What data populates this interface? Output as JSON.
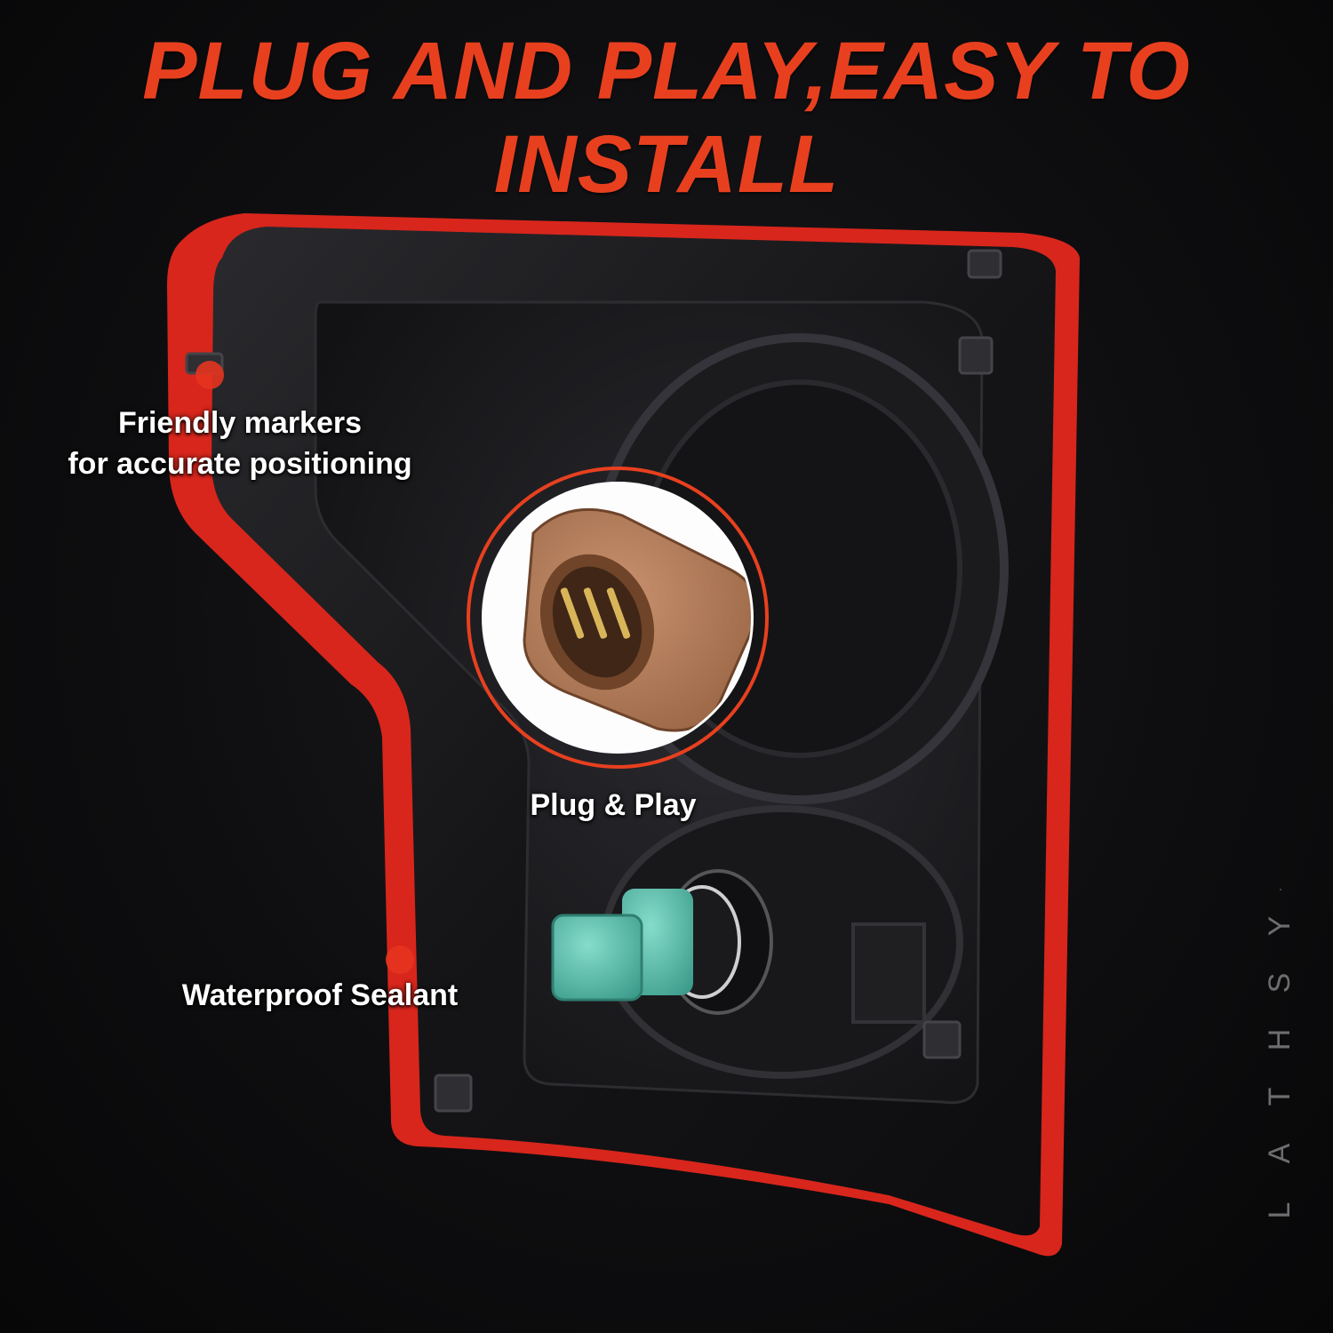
{
  "headline": "PLUG AND PLAY,EASY TO INSTALL",
  "callouts": {
    "markers_line1": "Friendly markers",
    "markers_line2": "for accurate positioning",
    "plug": "Plug & Play",
    "sealant": "Waterproof Sealant"
  },
  "watermark": "LATHSY",
  "colors": {
    "headline": "#e8401f",
    "lens_red": "#d8261c",
    "housing": "#141416",
    "connector_brown": "#b27a55",
    "socket_teal": "#5fbfad"
  },
  "icons": {
    "marker_dot": "red-dot",
    "connector": "three-pin-connector",
    "socket": "bulb-socket"
  }
}
